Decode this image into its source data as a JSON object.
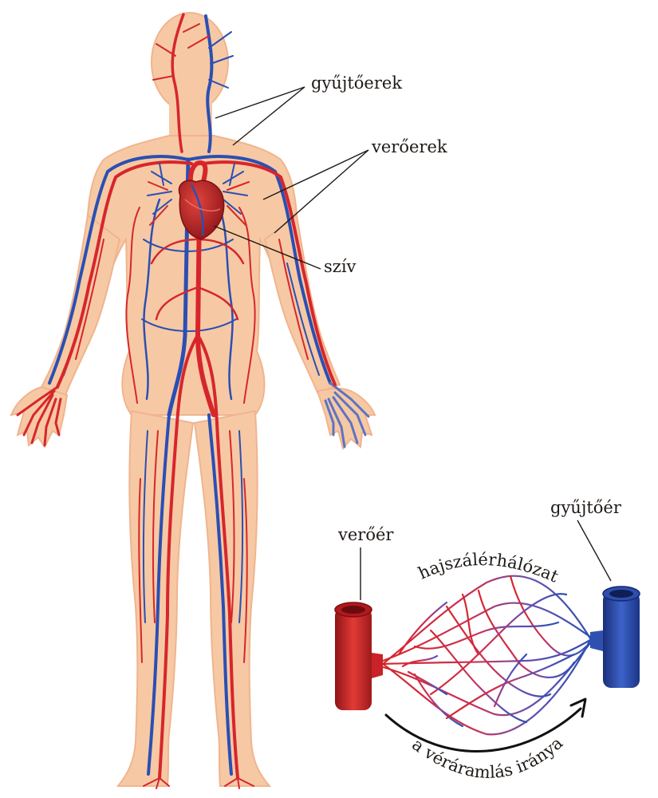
{
  "labels": {
    "veins": "gyűjtőerek",
    "arteries": "verőerek",
    "heart": "szív",
    "artery": "verőér",
    "vein": "gyűjtőér",
    "capillary_network": "hajszálérhálózat",
    "flow_direction": "a véráramlás iránya"
  },
  "colors": {
    "artery": "#d7262b",
    "vein": "#2b4fb3",
    "skin": "#f6c9a4",
    "skin_edge": "#f2b48c",
    "heart": "#b51e25",
    "text": "#1f1a17"
  }
}
